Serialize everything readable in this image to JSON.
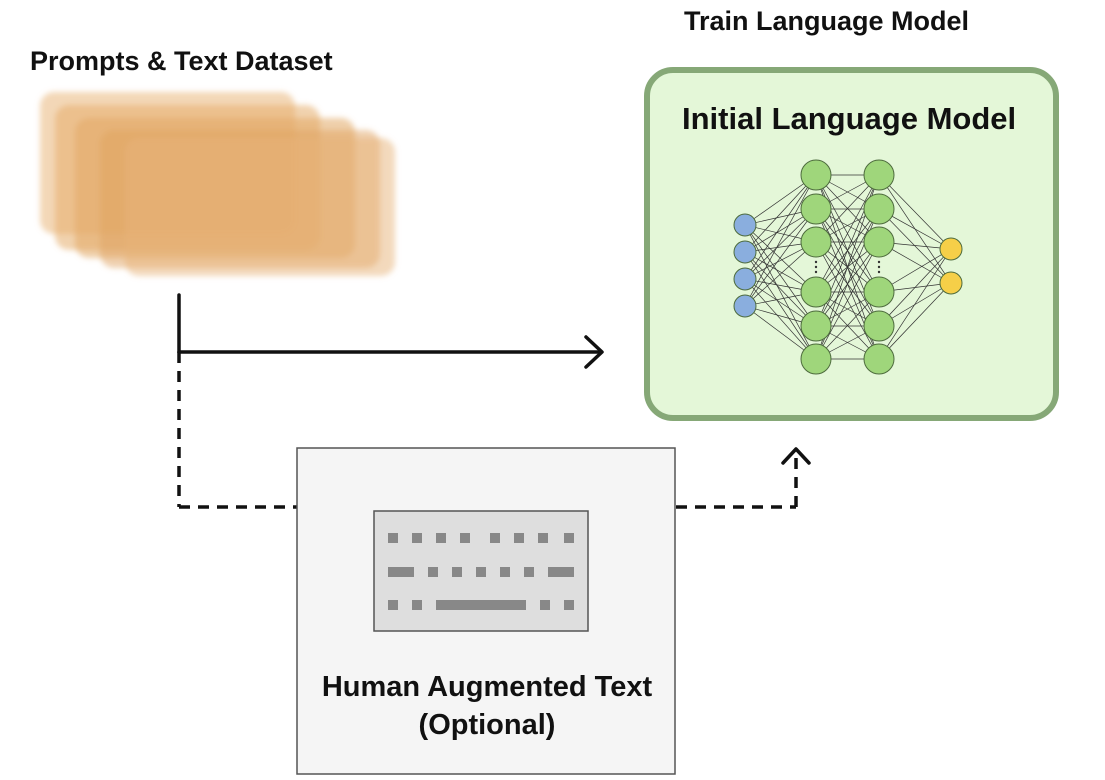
{
  "labels": {
    "dataset_title": "Prompts & Text Dataset",
    "train_title": "Train Language Model",
    "model_title": "Initial Language Model",
    "human_title": "Human Augmented Text (Optional)"
  },
  "colors": {
    "doc_fill": "#e9b77b",
    "model_box_fill": "#e4f7d8",
    "model_box_stroke": "#86a877",
    "input_node": "#8aaede",
    "hidden_node": "#9fd67b",
    "output_node": "#f6cf48",
    "human_box_fill": "#f5f5f5",
    "keyboard_fill": "#dedede"
  },
  "icons": [
    "document-stack-icon",
    "neural-network-icon",
    "keyboard-icon"
  ],
  "network": {
    "input_nodes": 4,
    "hidden_layers": 2,
    "hidden_nodes_per_layer": 6,
    "output_nodes": 2
  }
}
